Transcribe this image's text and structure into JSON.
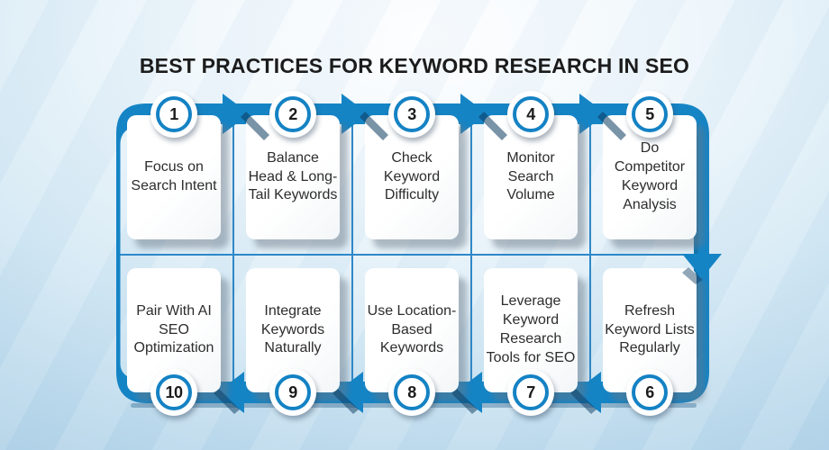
{
  "title": "BEST PRACTICES FOR KEYWORD RESEARCH IN SEO",
  "steps": {
    "top": [
      {
        "number": "1",
        "label": "Focus on Search Intent"
      },
      {
        "number": "2",
        "label": "Balance Head & Long-Tail Keywords"
      },
      {
        "number": "3",
        "label": "Check Keyword Difficulty"
      },
      {
        "number": "4",
        "label": "Monitor Search Volume"
      },
      {
        "number": "5",
        "label": "Do Competitor Keyword Analysis"
      }
    ],
    "bottom": [
      {
        "number": "10",
        "label": "Pair With AI SEO Optimization"
      },
      {
        "number": "9",
        "label": "Integrate Keywords Naturally"
      },
      {
        "number": "8",
        "label": "Use Location-Based Keywords"
      },
      {
        "number": "7",
        "label": "Leverage Keyword Research Tools for SEO"
      },
      {
        "number": "6",
        "label": "Refresh Keyword Lists Regularly"
      }
    ]
  },
  "flow": {
    "top_row_direction": "left-to-right",
    "bottom_row_direction": "right-to-left",
    "connector": "clockwise ribbon with arrowheads"
  },
  "icons": {
    "flow_arrow_right": "right-arrowhead",
    "flow_arrow_left": "left-arrowhead",
    "flow_arrow_down": "down-arrowhead"
  },
  "colors": {
    "ribbon_blue": "#1584c5",
    "ribbon_shadow_dark": "#0b3a5f",
    "grid_line_blue": "#2f88c8",
    "card_background": "#ffffff",
    "card_shadow_gray": "#697885",
    "badge_ring_blue": "#1482c4",
    "text_dark": "#1c1c1c",
    "background_light_blue": "#b6d6ea",
    "background_center": "#fdfeff"
  }
}
